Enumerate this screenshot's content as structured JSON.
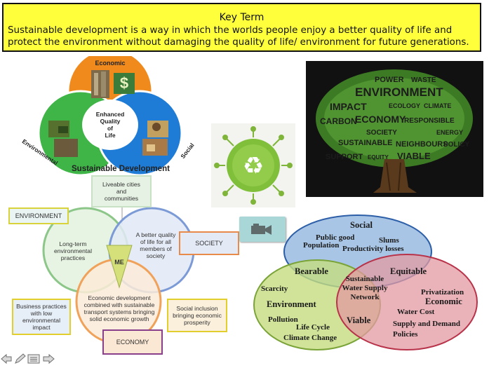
{
  "key_term": {
    "title": "Key Term",
    "definition": "Sustainable development is a way in which the worlds people enjoy a better quality of life and protect the environment without damaging the quality of life/ environment for future generations."
  },
  "venn1": {
    "top_label": "Economic",
    "center_label": "Enhanced\nQuality\nof\nLife",
    "left_label": "Environmental",
    "right_label": "Social",
    "caption": "Sustainable Development",
    "colors": {
      "economic": "#f08a1c",
      "environmental": "#3fb548",
      "social": "#1e7bd6"
    }
  },
  "venn2": {
    "top_box": "Liveable cities\nand\ncommunities",
    "environment_box": "ENVIRONMENT",
    "society_box": "SOCIETY",
    "economy_box": "ECONOMY",
    "left_circle_text": "Long-term\nenvironmental\npractices",
    "right_circle_text": "A better quality\nof life for all\nmembers of\nsociety",
    "bottom_circle_text": "Economic development\ncombined with sustainable\ntransport systems bringing\nsolid economic growth",
    "center_text": "ME",
    "bottom_left_box": "Business practices\nwith low\nenvironmental\nimpact",
    "bottom_right_box": "Social inclusion\nbringing economic\nprosperity"
  },
  "venn3": {
    "social_title": "Social",
    "social_items": [
      "Public good",
      "Population",
      "Slums",
      "Productivity losses"
    ],
    "bearable": "Bearable",
    "equitable": "Equitable",
    "center": "Sustainable\nWater Supply\nNetwork",
    "environment_title": "Environment",
    "environment_items": [
      "Scarcity",
      "Pollution",
      "Life Cycle",
      "Climate Change"
    ],
    "viable": "Viable",
    "economic_title": "Economic",
    "economic_items": [
      "Privatization",
      "Water Cost",
      "Supply and Demand",
      "Policies"
    ]
  },
  "tree_words": [
    "POWER",
    "WASTE",
    "ENVIRONMENT",
    "IMPACT",
    "ECOLOGY",
    "CLIMATE",
    "CARBON",
    "ECONOMY",
    "RESPONSIBLE",
    "SOCIETY",
    "ENERGY",
    "POLICY",
    "SUSTAINABLE",
    "NEIGHBOURS",
    "SUPPORT",
    "VIABLE",
    "EQUITY"
  ],
  "navigation": {
    "icons": [
      "back-arrow-icon",
      "pencil-icon",
      "menu-icon",
      "forward-arrow-icon"
    ]
  }
}
